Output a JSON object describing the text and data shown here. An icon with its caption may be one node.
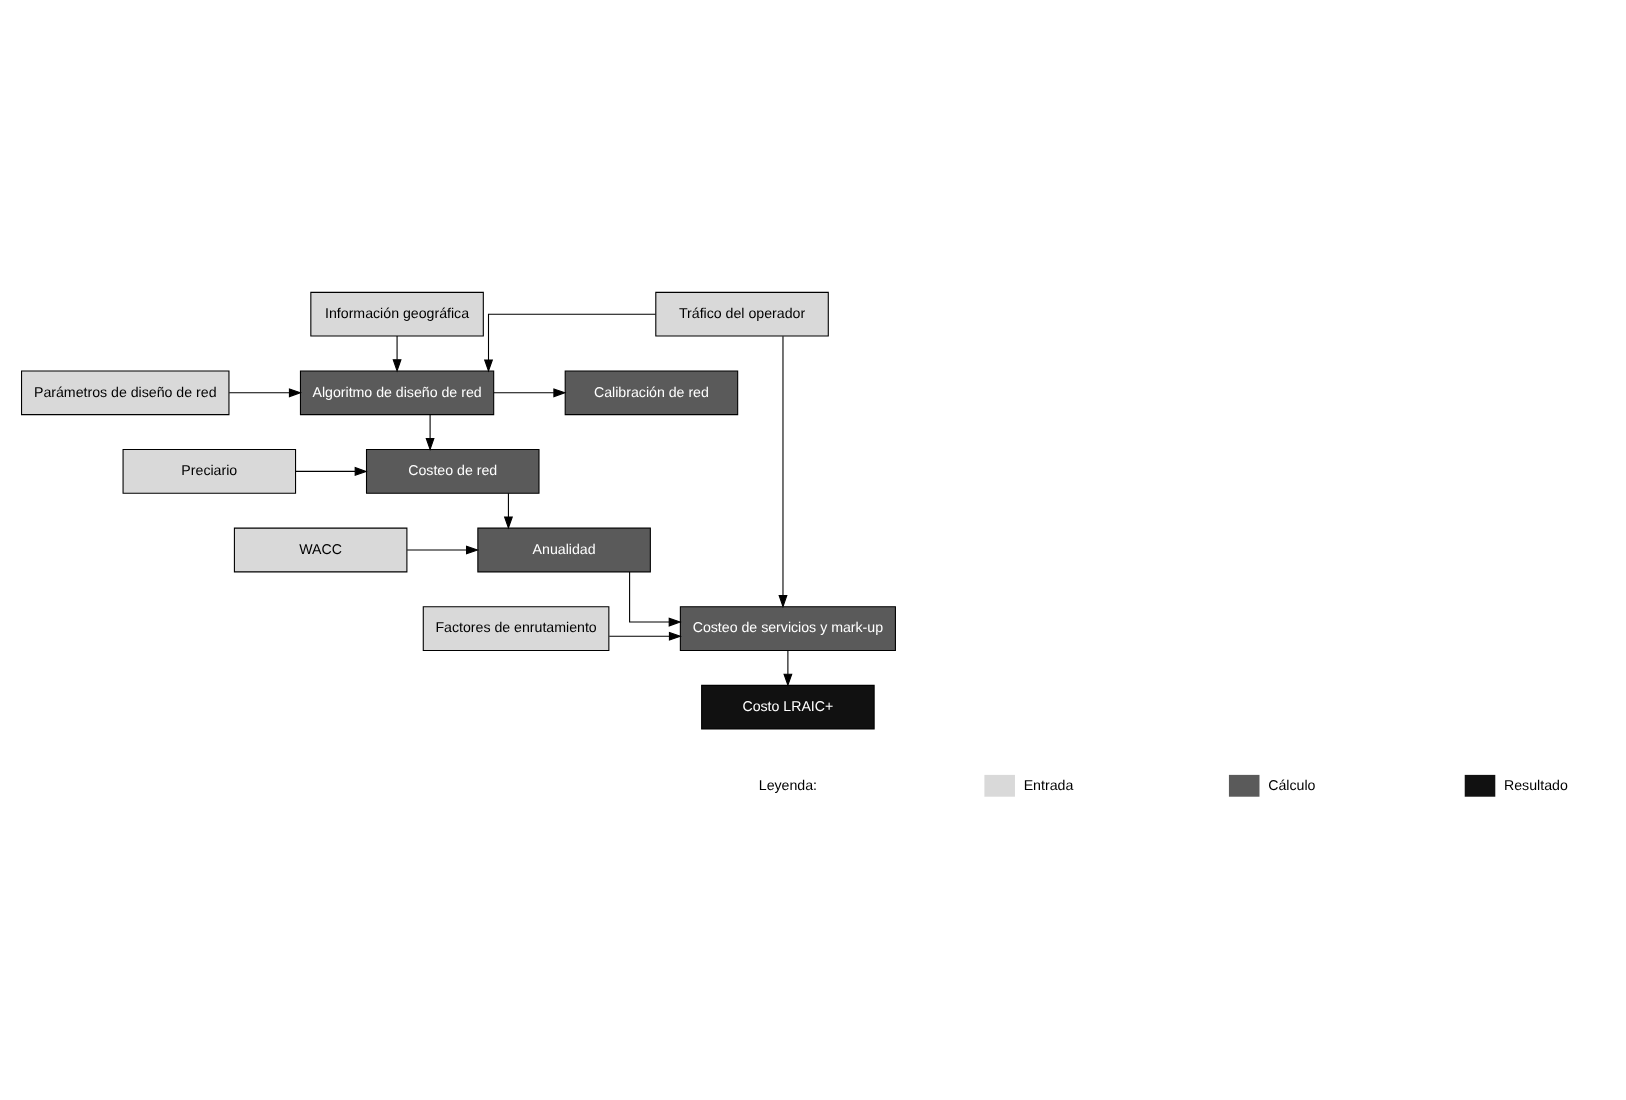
{
  "diagram": {
    "nodes": [
      {
        "text": [
          "Información geográfica"
        ]
      },
      {
        "text": [
          "Tráfico del operador"
        ]
      },
      {
        "text": [
          "Parámetros de diseño de red"
        ]
      },
      {
        "text": [
          "Algoritmo de diseño de red"
        ]
      },
      {
        "text": [
          "Calibración de red"
        ]
      },
      {
        "text": [
          "Preciario"
        ]
      },
      {
        "text": [
          "Costeo de red"
        ]
      },
      {
        "text": [
          "WACC"
        ]
      },
      {
        "text": [
          "Anualidad"
        ]
      },
      {
        "text": [
          "Factores de enrutamiento"
        ]
      },
      {
        "text": [
          "Costeo de servicios y mark-up"
        ]
      },
      {
        "text": [
          "Costo LRAIC+"
        ]
      }
    ],
    "edges": [
      {
        "from": 0,
        "to": 3,
        "arrow": "to"
      },
      {
        "from": 1,
        "to": 3,
        "arrow": "to"
      },
      {
        "from": 2,
        "to": 3,
        "arrow": "to"
      },
      {
        "from": 3,
        "to": 4,
        "arrow": "to"
      },
      {
        "from": 3,
        "to": 6,
        "arrow": "to"
      },
      {
        "from": 5,
        "to": 6,
        "arrow": "to"
      },
      {
        "from": 6,
        "to": 8,
        "arrow": "to"
      },
      {
        "from": 7,
        "to": 8,
        "arrow": "to"
      },
      {
        "from": 8,
        "to": 10,
        "arrow": "to"
      },
      {
        "from": 9,
        "to": 10,
        "arrow": "to"
      },
      {
        "from": 1,
        "to": 10,
        "arrow": "to"
      },
      {
        "from": 10,
        "to": 11,
        "arrow": "to"
      }
    ],
    "labels": [
      "Leyenda:"
    ],
    "legend": [
      {
        "text": "Entrada",
        "color": "#d9d9d9"
      },
      {
        "text": "Cálculo",
        "color": "#5a5a5a"
      },
      {
        "text": "Resultado",
        "color": "#111111"
      }
    ]
  }
}
